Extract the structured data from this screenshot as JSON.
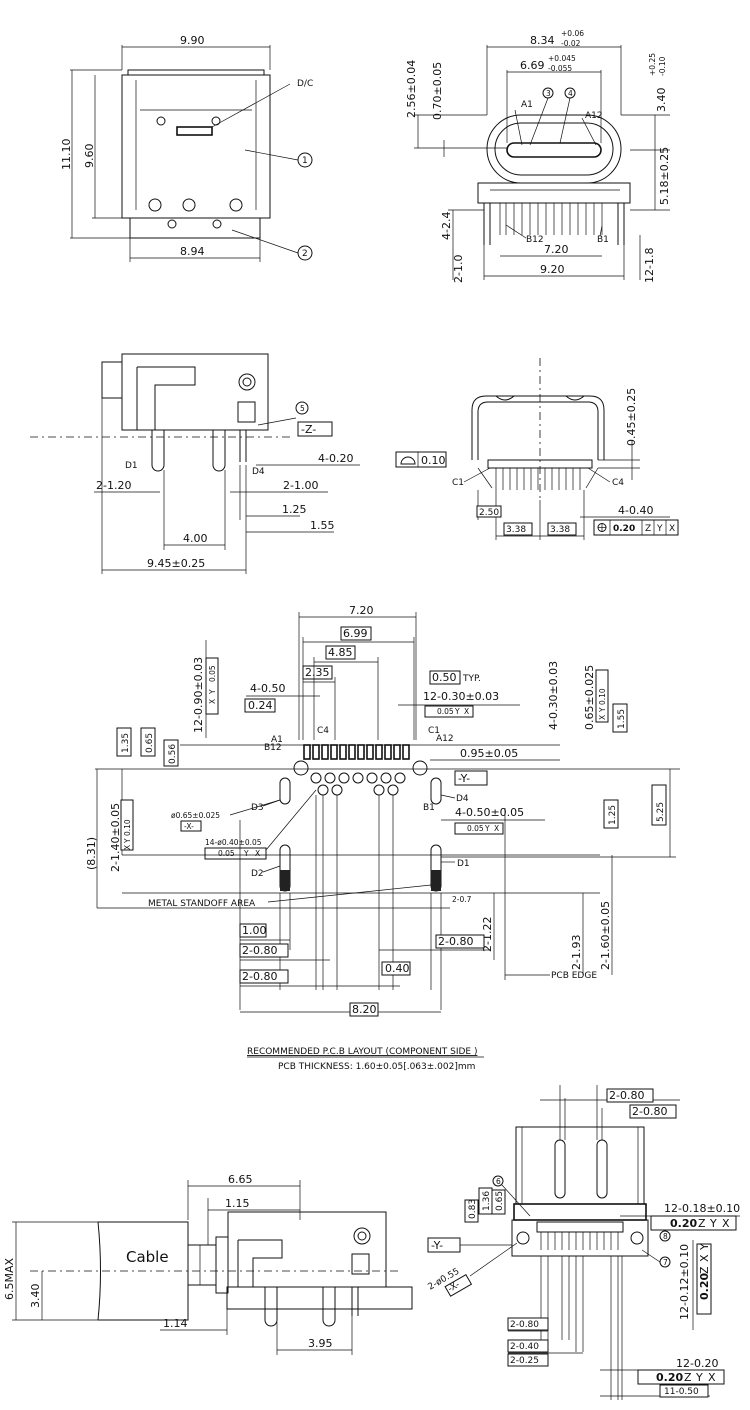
{
  "view1": {
    "w990": "9.90",
    "h1110": "11.10",
    "h960": "9.60",
    "dc": "D/C",
    "c1": "1",
    "c2": "2",
    "w894": "8.94"
  },
  "view2": {
    "w834": "8.34",
    "w834_tol_up": "+0.06",
    "w834_tol_dn": "-0.02",
    "w669": "6.69",
    "w669_tol_up": "+0.045",
    "w669_tol_dn": "-0.055",
    "h256": "2.56±0.04",
    "h070": "0.70±0.05",
    "h340": "3.40",
    "h340_tol_up": "+0.25",
    "h340_tol_dn": "-0.10",
    "h518": "5.18±0.25",
    "a1": "A1",
    "a12": "A12",
    "c3": "3",
    "c4": "4",
    "h4_24": "4-2.4",
    "h2_10": "2-1.0",
    "b12": "B12",
    "b1": "B1",
    "w720": "7.20",
    "w920": "9.20",
    "h12_18": "12-1.8"
  },
  "view3": {
    "d1": "D1",
    "d4": "D4",
    "c5": "5",
    "z": "-Z-",
    "v420": "4-0.20",
    "v2_120": "2-1.20",
    "v2_100": "2-1.00",
    "v125": "1.25",
    "v155": "1.55",
    "v400": "4.00",
    "v945": "9.45±0.25"
  },
  "view4": {
    "h045": "0.45±0.25",
    "flat": "0.10",
    "c1": "C1",
    "c4": "C4",
    "v250": "2.50",
    "v338a": "3.38",
    "v338b": "3.38",
    "v440": "4-0.40",
    "fcf": [
      "0.20",
      "Z",
      "Y",
      "X"
    ]
  },
  "layout": {
    "w720": "7.20",
    "w699": "6.99",
    "w485": "4.85",
    "w235": "2.35",
    "w450": "4-0.50",
    "w024": "0.24",
    "v1290": "12-0.90±0.03",
    "fcf005yx": [
      "0.05",
      "Y",
      "X"
    ],
    "v050typ": "0.50",
    "typ": "TYP.",
    "v1230": "12-0.30±0.03",
    "fcf005": [
      "0.05",
      "Y",
      "X"
    ],
    "v430": "4-0.30±0.03",
    "v065": "0.65±0.025",
    "fcf010": [
      "0.10",
      "Y",
      "X"
    ],
    "v155": "1.55",
    "a1": "A1",
    "b12": "B12",
    "c4": "C4",
    "c1": "C1",
    "a12": "A12",
    "v135": "1.35",
    "v065b": "0.65",
    "v056": "0.56",
    "v095": "0.95±0.05",
    "y": "-Y-",
    "d3": "D3",
    "d4": "D4",
    "b1": "B1",
    "x": "-X-",
    "phi065": "ø0.65±0.025",
    "v450b": "4-0.50±0.05",
    "fcf005b": [
      "0.05",
      "Y",
      "X"
    ],
    "v125": "1.25",
    "v525": "5.25",
    "v831": "(8.31)",
    "v2140": "2-1.40±0.05",
    "fcf010b": [
      "0.10",
      "Y",
      "X"
    ],
    "v14": "14-ø0.40±0.05",
    "fcf005c": [
      "0.05",
      "Y",
      "X"
    ],
    "d2": "D2",
    "d1": "D1",
    "metal": "METAL STANDOFF AREA",
    "v207": "2-0.7",
    "v122": "2-1.22",
    "v193": "2-1.93",
    "v2160": "2-1.60±0.05",
    "v100": "1.00",
    "v2080a": "2-0.80",
    "v2080b": "2-0.80",
    "v2080c": "2-0.80",
    "v040": "0.40",
    "pcb_edge": "PCB EDGE",
    "v820": "8.20",
    "title": "RECOMMENDED P.C.B LAYOUT (COMPONENT SIDE )",
    "thickness": "PCB THICKNESS: 1.60±0.05[.063±.002]mm"
  },
  "view5": {
    "v665": "6.65",
    "v115": "1.15",
    "cable": "Cable",
    "v65max": "6.5MAX",
    "v340": "3.40",
    "v114": "1.14",
    "v395": "3.95"
  },
  "view6": {
    "v2080a": "2-0.80",
    "v2080b": "2-0.80",
    "v1218": "12-0.18±0.10",
    "fcf1": [
      "0.20",
      "Z",
      "Y",
      "X"
    ],
    "v083": "0.83",
    "v136": "1.36",
    "v065": "0.65",
    "c6": "6",
    "c7": "7",
    "c8": "8",
    "y": "-Y-",
    "phi055": "2-ø0.55",
    "x": "-X-",
    "v1212": "12-0.12±0.10",
    "fcf2": [
      "0.20",
      "Z",
      "X",
      "Y"
    ],
    "v2080c": "2-0.80",
    "v2040": "2-0.40",
    "v2025": "2-0.25",
    "v1220": "12-0.20",
    "fcf3": [
      "0.20",
      "Z",
      "Y",
      "X"
    ],
    "v1150": "11-0.50"
  }
}
